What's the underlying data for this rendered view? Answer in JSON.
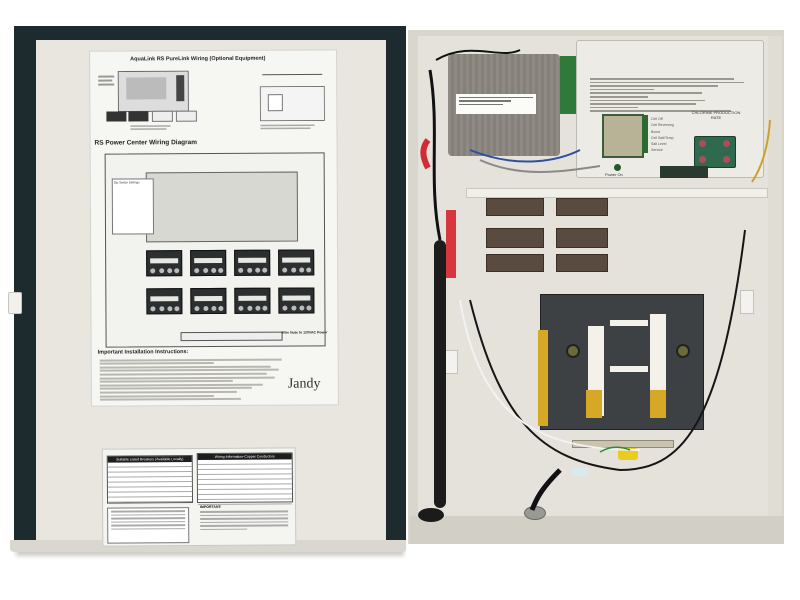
{
  "scene": {
    "subject": "Pool equipment power center with door open",
    "background_color": "#ffffff",
    "door_color": "#e6e4dc",
    "door_frame_color": "#1e2b2e",
    "cabinet_color": "#e4e2da"
  },
  "door": {
    "wiring_sheet": {
      "header": "AquaLink RS PureLink Wiring (Optional Equipment)",
      "diagram_title": "RS Power Center Wiring Diagram",
      "dip_switch_title": "Dip Switch Settings",
      "mini_note": "Wire Nuts to 120VAC Power",
      "instructions_title": "Important Installation Instructions:",
      "brand": "Jandy"
    },
    "breaker_label": {
      "left_table_title": "Suitable Listed Breakers (Available Locally)",
      "right_table_title": "Wiring Information-Copper Conductors",
      "important_prefix": "IMPORTANT:"
    }
  },
  "cabinet": {
    "transformer_label": "Transformer rating label",
    "faceplate": {
      "led_labels": [
        "Cell Off",
        "Cell Reversing",
        "Boost",
        "Cell Salt/Temp",
        "Salt Level",
        "Service"
      ],
      "chlorine_title": "CHLORINE PRODUCTION RATE",
      "power_label": "Power On"
    },
    "wire_label": "Ground Wire"
  }
}
